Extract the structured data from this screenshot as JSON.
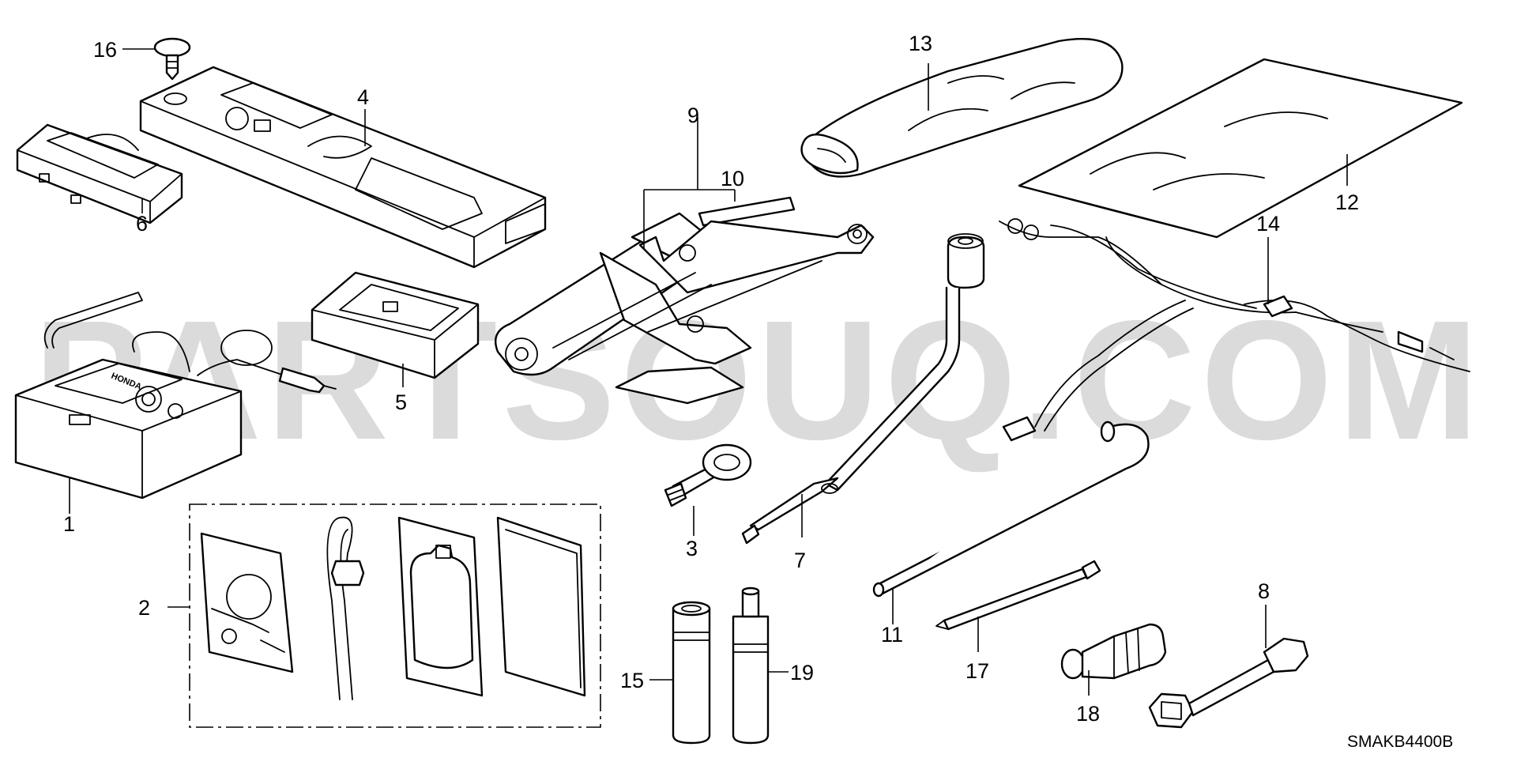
{
  "watermark": "PARTSOUQ.COM",
  "diagram_code": "SMAKB4400B",
  "brand_marking": "HONDA",
  "callouts": {
    "c1": "1",
    "c2": "2",
    "c3": "3",
    "c4": "4",
    "c5": "5",
    "c6": "6",
    "c7": "7",
    "c8": "8",
    "c9": "9",
    "c10": "10",
    "c11": "11",
    "c12": "12",
    "c13": "13",
    "c14": "14",
    "c15": "15",
    "c16": "16",
    "c17": "17",
    "c18": "18",
    "c19": "19"
  }
}
